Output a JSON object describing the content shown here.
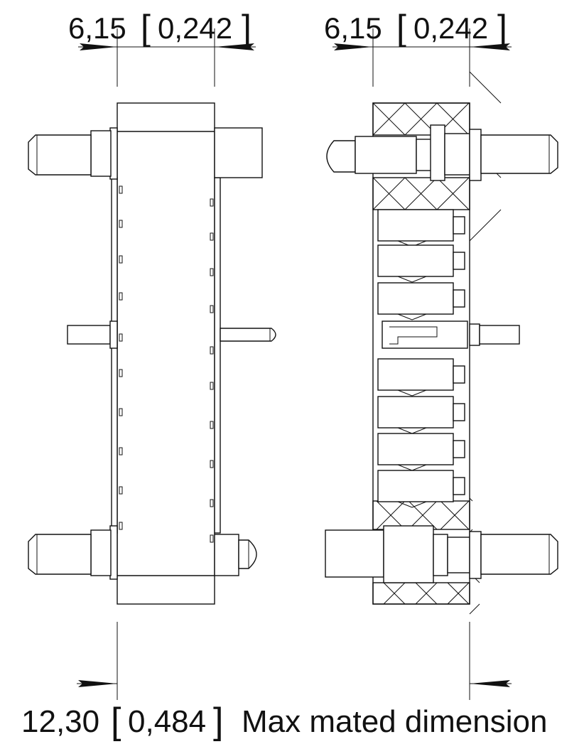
{
  "dimensions": {
    "left_width": {
      "metric": "6,15",
      "imperial": "0,242"
    },
    "right_width": {
      "metric": "6,15",
      "imperial": "0,242"
    },
    "total": {
      "metric": "12,30",
      "imperial": "0,484",
      "caption": "Max mated dimension"
    }
  },
  "bracket_open": "[",
  "bracket_close": "]"
}
